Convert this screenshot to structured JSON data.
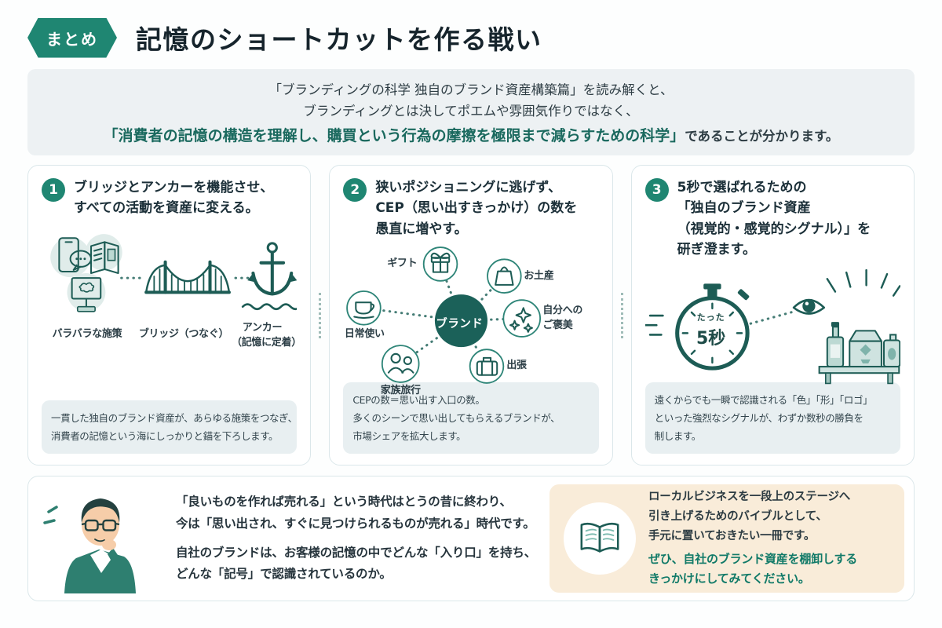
{
  "header": {
    "badge": "まとめ",
    "title": "記憶のショートカットを作る戦い"
  },
  "intro": {
    "line1": "「ブランディングの科学 独自のブランド資産構築篇」を読み解くと、",
    "line2": "ブランディングとは決してポエムや雰囲気作りではなく、",
    "highlight": "「消費者の記憶の構造を理解し、購買という行為の摩擦を極限まで減らすための科学」",
    "rest": "であることが分かります。"
  },
  "cards": [
    {
      "number": "1",
      "title_lines": [
        "ブリッジとアンカーを機能させ、",
        "すべての活動を資産に変える。"
      ],
      "labels": {
        "cluster": "バラバラな施策",
        "bridge": "ブリッジ（つなぐ）",
        "anchor_1": "アンカー",
        "anchor_2": "（記憶に定着）"
      },
      "summary_lines": [
        "一貫した独自のブランド資産が、あらゆる施策をつなぎ、",
        "消費者の記憶という海にしっかりと錨を下ろします。"
      ]
    },
    {
      "number": "2",
      "title_lines": [
        "狭いポジショニングに逃げず、",
        "CEP（思い出すきっかけ）の数を",
        "愚直に増やす。"
      ],
      "center": "ブランド",
      "labels": {
        "gift": "ギフト",
        "souvenir": "お土産",
        "reward_1": "自分への",
        "reward_2": "ご褒美",
        "trip": "出張",
        "family": "家族旅行",
        "daily": "日常使い"
      },
      "summary_lines": [
        "CEPの数＝思い出す入口の数。",
        "多くのシーンで思い出してもらえるブランドが、",
        "市場シェアを拡大します。"
      ]
    },
    {
      "number": "3",
      "title_lines": [
        "5秒で選ばれるための",
        "「独自のブランド資産",
        "（視覚的・感覚的シグナル）」を",
        "研ぎ澄ます。"
      ],
      "stopwatch": {
        "caption": "たった",
        "seconds": "5秒"
      },
      "summary_lines": [
        "遠くからでも一瞬で認識される「色」「形」「ロゴ」",
        "といった強烈なシグナルが、わずか数秒の勝負を",
        "制します。"
      ]
    }
  ],
  "footer": {
    "message": {
      "p1_lines": [
        "「良いものを作れば売れる」という時代はとうの昔に終わり、",
        "今は「思い出され、すぐに見つけられるものが売れる」時代です。"
      ],
      "p2_lines": [
        "自社のブランドは、お客様の記憶の中でどんな「入り口」を持ち、",
        "どんな「記号」で認識されているのか。"
      ]
    },
    "recommendation": {
      "lines": [
        "ローカルビジネスを一段上のステージへ",
        "引き上げるためのバイブルとして、",
        "手元に置いておきたい一冊です。"
      ],
      "highlight_lines": [
        "ぜひ、自社のブランド資産を棚卸しする",
        "きっかけにしてみてください。"
      ]
    }
  },
  "colors": {
    "accent_teal": "#1f8672",
    "dark_teal": "#1d5c55",
    "brand_circle": "#1b6159",
    "highlight_text": "#1a695e",
    "rec_highlight_text": "#117a68",
    "panel_bg": "#edf1f3",
    "summary_bg": "#e8eff1",
    "cream_bg": "#f9ecd9",
    "card_border": "#dbe7ea",
    "ink": "#1b2f38"
  }
}
